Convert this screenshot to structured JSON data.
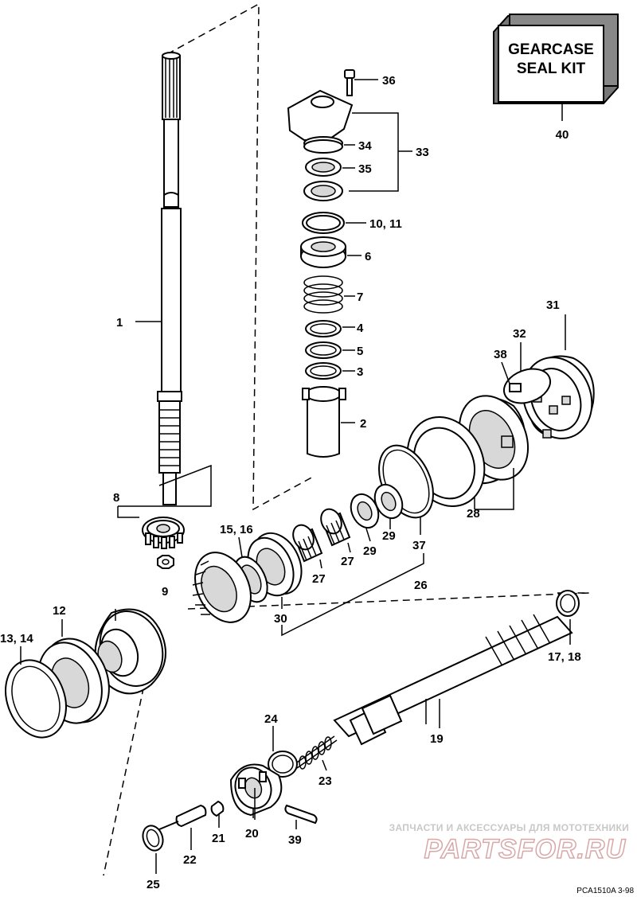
{
  "kit_box": {
    "line1": "GEARCASE",
    "line2": "SEAL KIT",
    "number": "40"
  },
  "labels": {
    "l1": "1",
    "l2": "2",
    "l3": "3",
    "l4": "4",
    "l5": "5",
    "l6": "6",
    "l7": "7",
    "l8": "8",
    "l9": "9",
    "l10_11": "10, 11",
    "l12": "12",
    "l13_14": "13, 14",
    "l15_16": "15, 16",
    "l17_18": "17, 18",
    "l19": "19",
    "l20": "20",
    "l21": "21",
    "l22": "22",
    "l23": "23",
    "l24": "24",
    "l25": "25",
    "l26": "26",
    "l27a": "27",
    "l27b": "27",
    "l28": "28",
    "l29a": "29",
    "l29b": "29",
    "l30": "30",
    "l31": "31",
    "l32": "32",
    "l33": "33",
    "l34": "34",
    "l35": "35",
    "l36": "36",
    "l37": "37",
    "l38": "38",
    "l39": "39"
  },
  "watermark": {
    "line1": "ЗАПЧАСТИ И АКСЕССУАРЫ ДЛЯ МОТОТЕХНИКИ",
    "line2": "PARTSFOR.RU"
  },
  "drawing_code": "PCA1510A  3-98"
}
